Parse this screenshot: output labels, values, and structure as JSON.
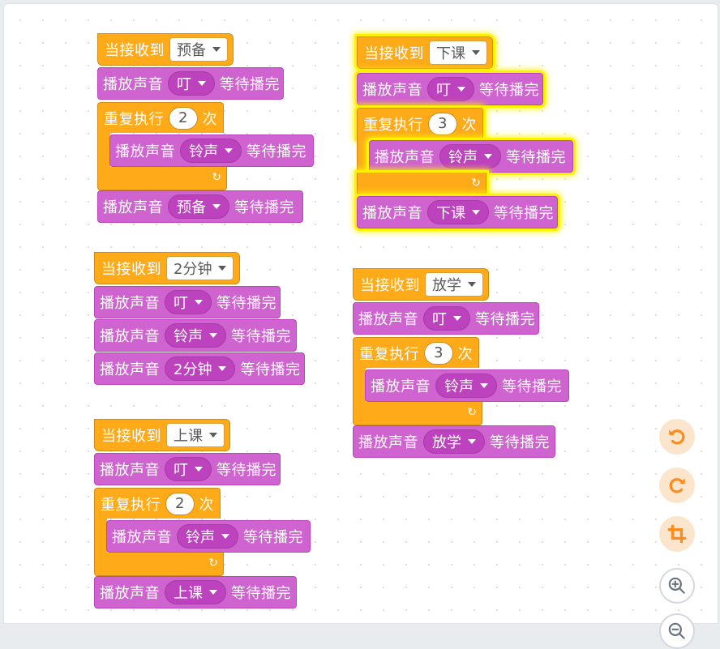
{
  "colors": {
    "events": "#ffab19",
    "sound": "#cf63cf",
    "highlight": "#fff200"
  },
  "scripts": [
    {
      "hat": "当接收到",
      "message": "预备",
      "play1": "播放声音",
      "sound1": "叮",
      "wait1": "等待播完",
      "repeat": "重复执行",
      "count": "2",
      "times": "次",
      "inner_play": "播放声音",
      "inner_sound": "铃声",
      "inner_wait": "等待播完",
      "play2": "播放声音",
      "sound2": "预备",
      "wait2": "等待播完"
    },
    {
      "hat": "当接收到",
      "message": "下课",
      "play1": "播放声音",
      "sound1": "叮",
      "wait1": "等待播完",
      "repeat": "重复执行",
      "count": "3",
      "times": "次",
      "inner_play": "播放声音",
      "inner_sound": "铃声",
      "inner_wait": "等待播完",
      "play2": "播放声音",
      "sound2": "下课",
      "wait2": "等待播完"
    },
    {
      "hat": "当接收到",
      "message": "2分钟",
      "play1": "播放声音",
      "sound1": "叮",
      "wait1": "等待播完",
      "play2": "播放声音",
      "sound2": "铃声",
      "wait2": "等待播完",
      "play3": "播放声音",
      "sound3": "2分钟",
      "wait3": "等待播完"
    },
    {
      "hat": "当接收到",
      "message": "放学",
      "play1": "播放声音",
      "sound1": "叮",
      "wait1": "等待播完",
      "repeat": "重复执行",
      "count": "3",
      "times": "次",
      "inner_play": "播放声音",
      "inner_sound": "铃声",
      "inner_wait": "等待播完",
      "play2": "播放声音",
      "sound2": "放学",
      "wait2": "等待播完"
    },
    {
      "hat": "当接收到",
      "message": "上课",
      "play1": "播放声音",
      "sound1": "叮",
      "wait1": "等待播完",
      "repeat": "重复执行",
      "count": "2",
      "times": "次",
      "inner_play": "播放声音",
      "inner_sound": "铃声",
      "inner_wait": "等待播完",
      "play2": "播放声音",
      "sound2": "上课",
      "wait2": "等待播完"
    }
  ],
  "controls": [
    "undo-icon",
    "redo-icon",
    "crop-icon",
    "zoom-in-icon",
    "zoom-out-icon"
  ]
}
